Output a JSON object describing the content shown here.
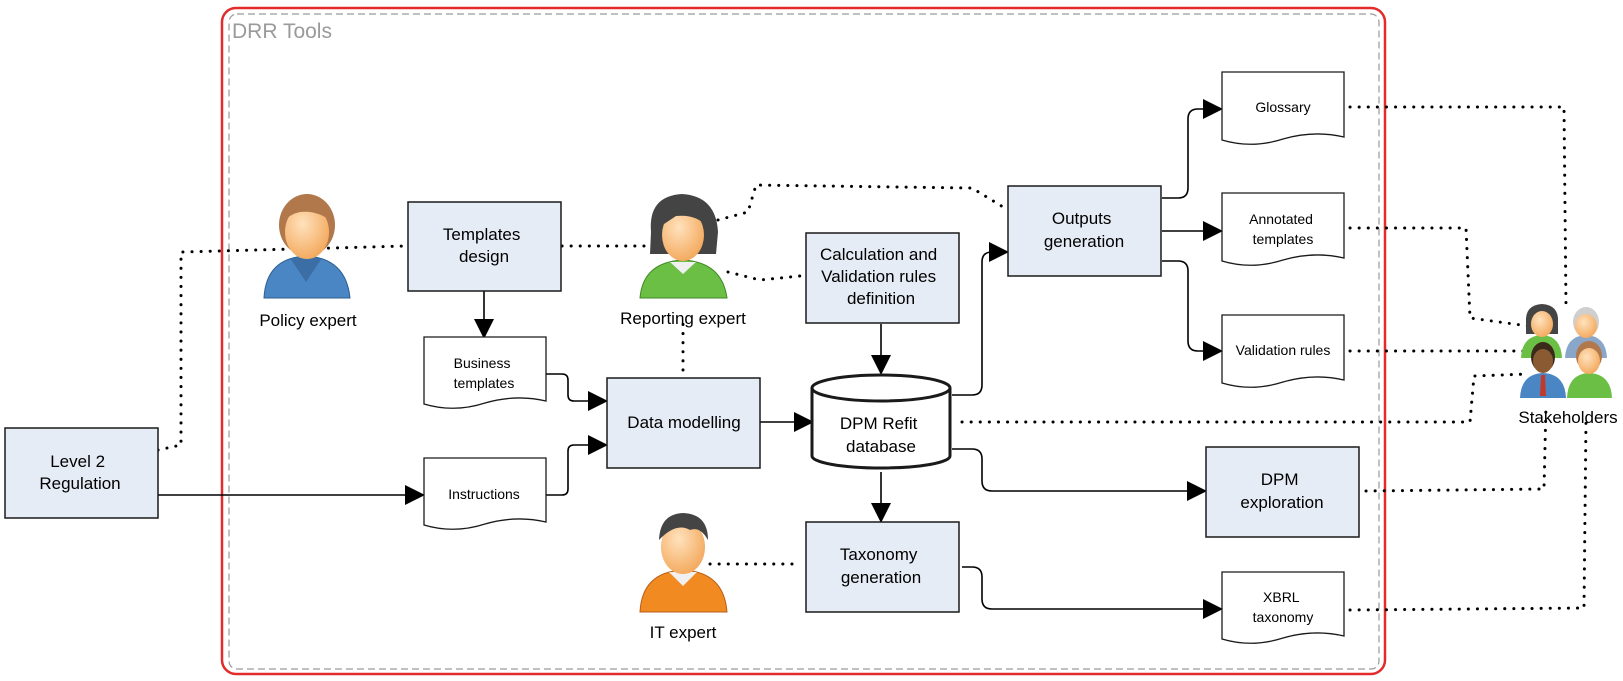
{
  "frame": {
    "title": "DRR Tools"
  },
  "actors": {
    "policy_expert": "Policy expert",
    "reporting_expert": "Reporting expert",
    "it_expert": "IT expert",
    "stakeholders": "Stakeholders"
  },
  "process": {
    "level2": [
      "Level 2",
      "Regulation"
    ],
    "templates_design": [
      "Templates",
      "design"
    ],
    "calc_rules": [
      "Calculation and",
      "Validation rules",
      "definition"
    ],
    "data_modelling": [
      "Data modelling"
    ],
    "outputs_generation": [
      "Outputs",
      "generation"
    ],
    "taxonomy_generation": [
      "Taxonomy",
      "generation"
    ],
    "dpm_exploration": [
      "DPM",
      "exploration"
    ]
  },
  "database": {
    "label": [
      "DPM Refit",
      "database"
    ]
  },
  "documents": {
    "business_templates": [
      "Business",
      "templates"
    ],
    "instructions": [
      "Instructions"
    ],
    "glossary": [
      "Glossary"
    ],
    "annotated_templates": [
      "Annotated",
      "templates"
    ],
    "validation_rules": [
      "Validation rules"
    ],
    "xbrl_taxonomy": [
      "XBRL",
      "taxonomy"
    ]
  },
  "colors": {
    "frame_border": "#e32b2b",
    "box_fill": "#e6ecf5",
    "policy_clothing": "#4a86c4",
    "reporting_clothing": "#6cbf45",
    "it_clothing": "#f28a22",
    "skin": "#fbc07f"
  }
}
